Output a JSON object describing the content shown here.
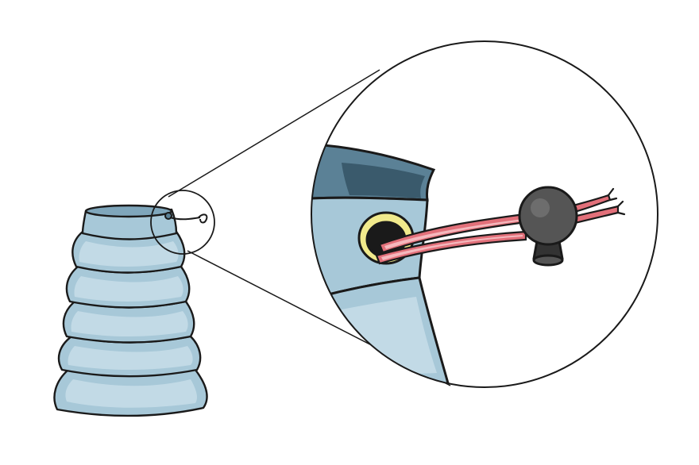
{
  "illustration": {
    "subject": "",
    "palette": {
      "outline": "#1a1a1a",
      "fabric": "#a7c8d8",
      "fabric_light": "#c2dae6",
      "fabric_shadow": "#7fa6bb",
      "fabric_dark": "#5b8196",
      "grommet": "#f1ea8c",
      "cord": "#e2707a",
      "cord_highlight": "#f4b8bd",
      "stopper": "#555555",
      "stopper_dark": "#333333",
      "background": "#ffffff"
    },
    "icons": [
      "lantern-shade",
      "magnifier-circle",
      "grommet",
      "cord",
      "cord-stopper"
    ]
  }
}
